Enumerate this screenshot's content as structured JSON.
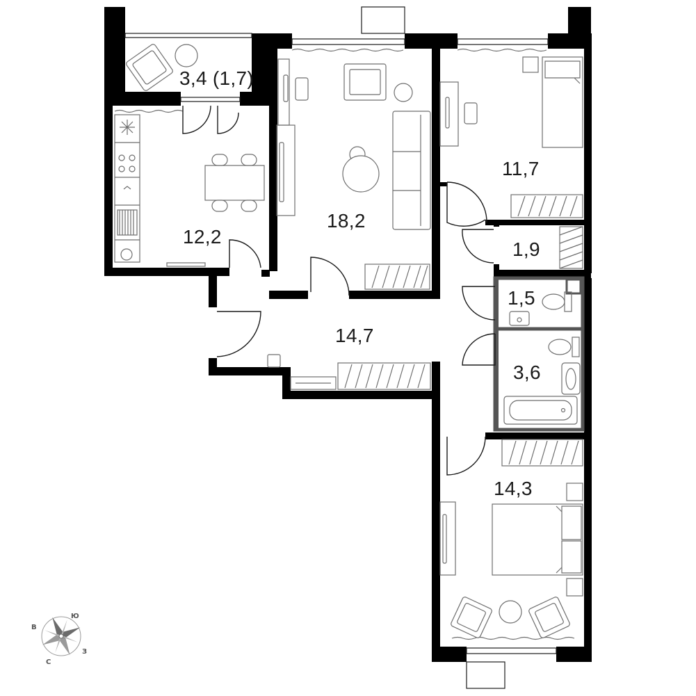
{
  "rooms": [
    {
      "id": "balcony",
      "area": "3,4 (1,7)"
    },
    {
      "id": "kitchen",
      "area": "12,2"
    },
    {
      "id": "living-room",
      "area": "18,2"
    },
    {
      "id": "bedroom-1",
      "area": "11,7"
    },
    {
      "id": "storage",
      "area": "1,9"
    },
    {
      "id": "toilet",
      "area": "1,5"
    },
    {
      "id": "bathroom",
      "area": "3,6"
    },
    {
      "id": "hallway",
      "area": "14,7"
    },
    {
      "id": "bedroom-2",
      "area": "14,3"
    }
  ],
  "compass": {
    "north": "С",
    "south": "Ю",
    "east": "В",
    "west": "З",
    "icon": "compass-rose-icon"
  }
}
